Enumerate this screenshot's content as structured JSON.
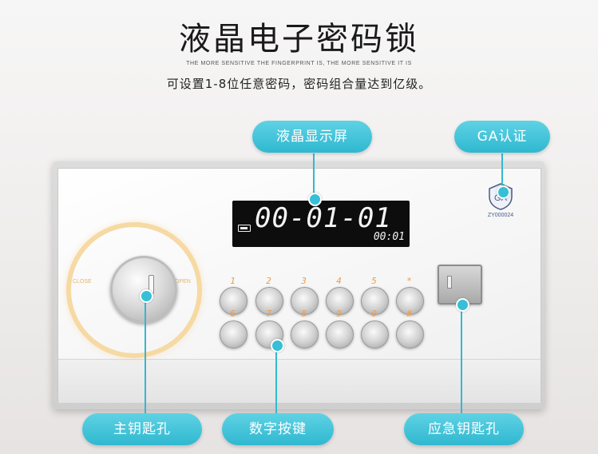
{
  "header": {
    "title": "液晶电子密码锁",
    "subtitle_en": "THE MORE SENSITIVE THE FINGERPRINT IS, THE MORE SENSITIVE IT IS",
    "subtitle_cn": "可设置1-8位任意密码，密码组合量达到亿级。"
  },
  "callouts": {
    "lcd": "液晶显示屏",
    "ga": "GA认证",
    "main_keyhole": "主钥匙孔",
    "keypad": "数字按键",
    "emergency_keyhole": "应急钥匙孔"
  },
  "lcd": {
    "big_text": "00-01-01",
    "small_text": "00:01"
  },
  "knob_ring": {
    "close_label": "CLOSE",
    "open_label": "OPEN"
  },
  "keypad": {
    "row1": [
      "1",
      "2",
      "3",
      "4",
      "5",
      "*"
    ],
    "row2": [
      "6",
      "7",
      "8",
      "9",
      "0",
      "#"
    ]
  },
  "ga_badge": {
    "letters": "GA",
    "code": "ZY000024"
  },
  "colors": {
    "accent": "#2fb8d0",
    "ring": "#f6d9a3",
    "key_label": "#ee9b4a"
  }
}
